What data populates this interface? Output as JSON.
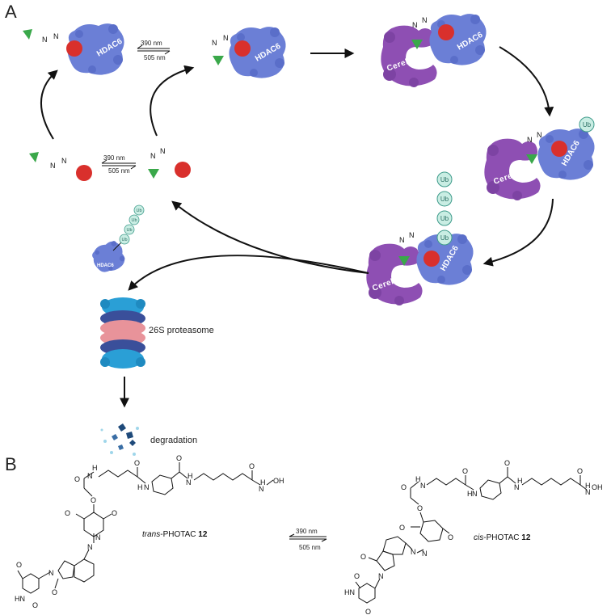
{
  "panels": {
    "a": "A",
    "b": "B"
  },
  "proteins": {
    "hdac": "HDAC6",
    "cereblon": "Cereblon"
  },
  "ubiquitin": "Ub",
  "wavelengths": {
    "forward": "390 nm",
    "backward": "505 nm"
  },
  "labels": {
    "proteasome": "26S proteasome",
    "degradation": "degradation"
  },
  "compounds": {
    "trans_prefix": "trans",
    "trans_name": "-PHOTAC ",
    "trans_num": "12",
    "cis_prefix": "cis",
    "cis_name": "-PHOTAC ",
    "cis_num": "12"
  },
  "atoms": {
    "o": "O",
    "n": "N",
    "nh": "NH",
    "hn": "HN",
    "h": "H",
    "oh": "OH",
    "n_oh": "N–OH"
  },
  "colors": {
    "hdac": "#6b7fd6",
    "cereblon": "#8e4fb3",
    "ligand_red": "#d9302c",
    "ligand_green": "#3aa84a",
    "ubiquitin": "#c9ede3",
    "proteasome_blue": "#2a9fd6",
    "proteasome_pink": "#e8939a",
    "proteasome_navy": "#3a4f9a"
  }
}
